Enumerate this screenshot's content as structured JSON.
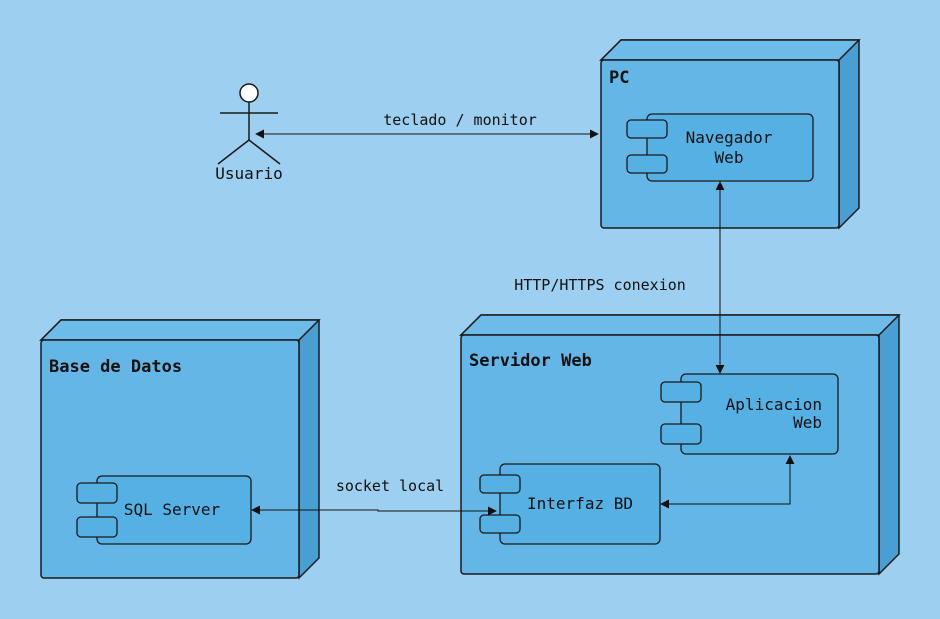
{
  "nodes": {
    "pc": {
      "title": "PC"
    },
    "servidor": {
      "title": "Servidor Web"
    },
    "base": {
      "title": "Base de Datos"
    }
  },
  "components": {
    "navegador": {
      "line1": "Navegador",
      "line2": "Web"
    },
    "aplicacion": {
      "line1": "Aplicacion",
      "line2": "Web"
    },
    "interfaz": {
      "label": "Interfaz BD"
    },
    "sql": {
      "label": "SQL Server"
    }
  },
  "actor": {
    "label": "Usuario"
  },
  "edges": {
    "teclado": "teclado / monitor",
    "http": "HTTP/HTTPS conexion",
    "socket": "socket local"
  },
  "colors": {
    "background": "#9dd0f0",
    "node_face": "#63b6e6",
    "node_side": "#4a9fd2",
    "component": "#55b0e4",
    "stroke": "#1a1a1a"
  }
}
